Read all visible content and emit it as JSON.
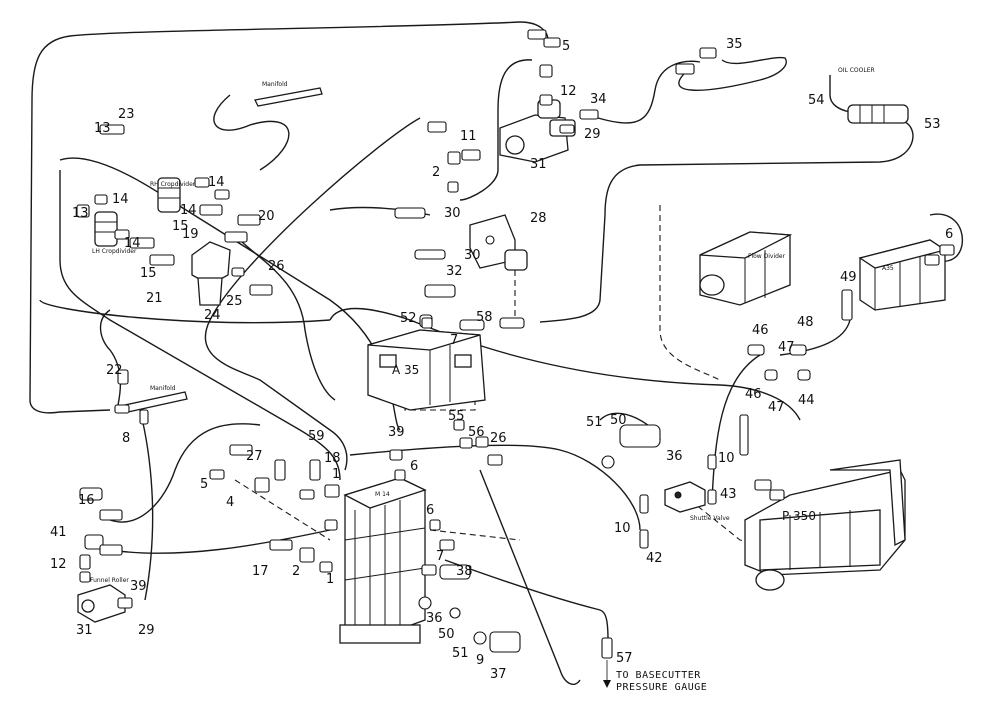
{
  "callouts": {
    "c1": "1",
    "c2": "2",
    "c4": "4",
    "c5": "5",
    "c6": "6",
    "c7": "7",
    "c8": "8",
    "c9": "9",
    "c10": "10",
    "c11": "11",
    "c12": "12",
    "c13": "13",
    "c14": "14",
    "c15": "15",
    "c16": "16",
    "c17": "17",
    "c18": "18",
    "c19": "19",
    "c20": "20",
    "c21": "21",
    "c22": "22",
    "c23": "23",
    "c24": "24",
    "c25": "25",
    "c26": "26",
    "c27": "27",
    "c28": "28",
    "c29": "29",
    "c30": "30",
    "c31": "31",
    "c32": "32",
    "c34": "34",
    "c35": "35",
    "c36": "36",
    "c37": "37",
    "c38": "38",
    "c39": "39",
    "c41": "41",
    "c42": "42",
    "c43": "43",
    "c44": "44",
    "c46": "46",
    "c47": "47",
    "c48": "48",
    "c49": "49",
    "c50": "50",
    "c51": "51",
    "c52": "52",
    "c53": "53",
    "c54": "54",
    "c55": "55",
    "c56": "56",
    "c57": "57",
    "c58": "58",
    "c59": "59"
  },
  "labels": {
    "oil_cooler": "OIL COOLER",
    "rh_cropdivider": "RH Cropdivider",
    "lh_cropdivider": "LH Cropdivider",
    "flow_divider": "Flow Divider",
    "shuttle_valve": "Shuttle Valve",
    "pump_main": "P 350",
    "pump_small": "M 14",
    "valve_a35_top": "A35",
    "valve_a35_left": "A 35",
    "funnel_roller": "Funnel Roller",
    "manifold_top": "Manifold",
    "manifold_left": "Manifold",
    "basecutter_line1": "TO BASECUTTER",
    "basecutter_line2": "PRESSURE GAUGE"
  }
}
